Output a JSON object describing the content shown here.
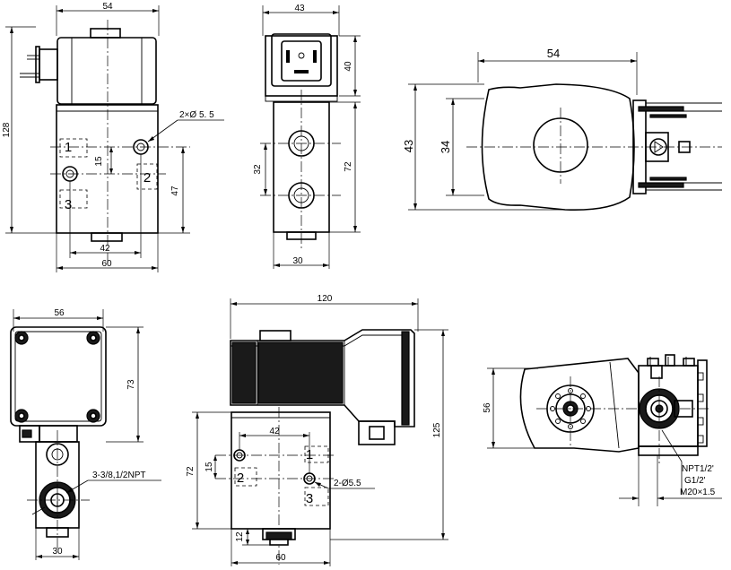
{
  "dimensions": {
    "front": {
      "width_top": "54",
      "height_total": "128",
      "mount_holes": "2×Ø 5. 5",
      "hole_pitch": "15",
      "hole_height": "47",
      "port_spacing": "42",
      "body_width": "60"
    },
    "side": {
      "connector_width": "43",
      "coil_height": "40",
      "body_height": "72",
      "port_pitch": "32",
      "body_depth": "30"
    },
    "top": {
      "coil_length": "54",
      "coil_width": "43",
      "inner_width": "34"
    },
    "explosion_proof_top": {
      "width": "56",
      "height": "73",
      "port_spec": "3-3/8,1/2NPT",
      "base_depth": "30"
    },
    "explosion_proof_front": {
      "overall_length": "120",
      "overall_height": "125",
      "port_spacing": "42",
      "hole_pitch": "15",
      "body_height": "72",
      "mount_holes": "2-Ø5.5",
      "base_height": "12",
      "body_width": "60"
    },
    "explosion_proof_side": {
      "width": "56",
      "thread_options": [
        "NPT1/2'",
        "G1/2'",
        "M20×1.5"
      ]
    }
  },
  "ports": [
    "1",
    "2",
    "3"
  ]
}
